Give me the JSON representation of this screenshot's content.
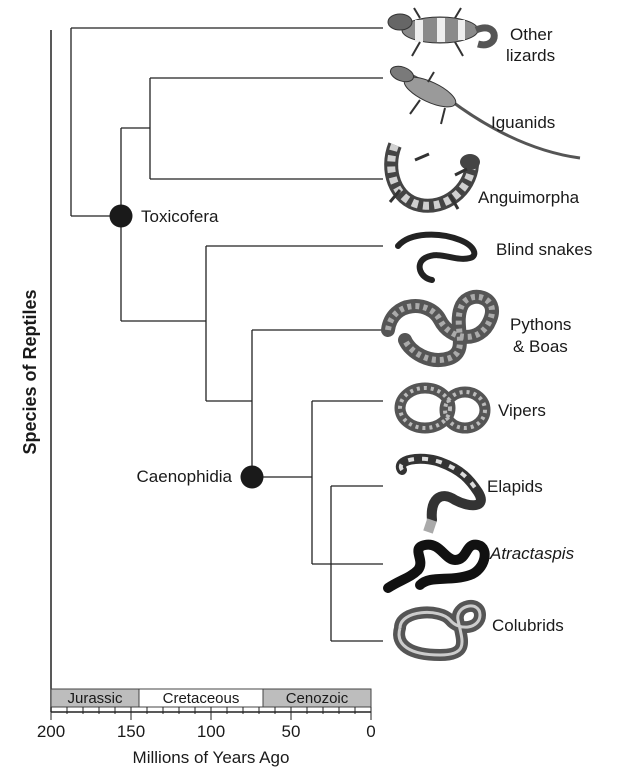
{
  "y_axis_label": "Species of Reptiles",
  "x_axis_label": "Millions of Years Ago",
  "ticks": [
    "200",
    "150",
    "100",
    "50",
    "0"
  ],
  "periods": [
    {
      "name": "Jurassic",
      "shade": "#bdbdbd"
    },
    {
      "name": "Cretaceous",
      "shade": "#ffffff"
    },
    {
      "name": "Cenozoic",
      "shade": "#bdbdbd"
    }
  ],
  "nodes": {
    "toxicofera": "Toxicofera",
    "caenophidia": "Caenophidia"
  },
  "taxa": {
    "other_lizards_1": "Other",
    "other_lizards_2": "lizards",
    "iguanids": "Iguanids",
    "anguimorpha": "Anguimorpha",
    "blind_snakes": "Blind snakes",
    "pythons_1": "Pythons",
    "pythons_2": "& Boas",
    "vipers": "Vipers",
    "elapids": "Elapids",
    "atractaspis": "Atractaspis",
    "colubrids": "Colubrids"
  },
  "colors": {
    "line": "#222222",
    "node": "#1a1a1a",
    "band_dark": "#bdbdbd"
  }
}
